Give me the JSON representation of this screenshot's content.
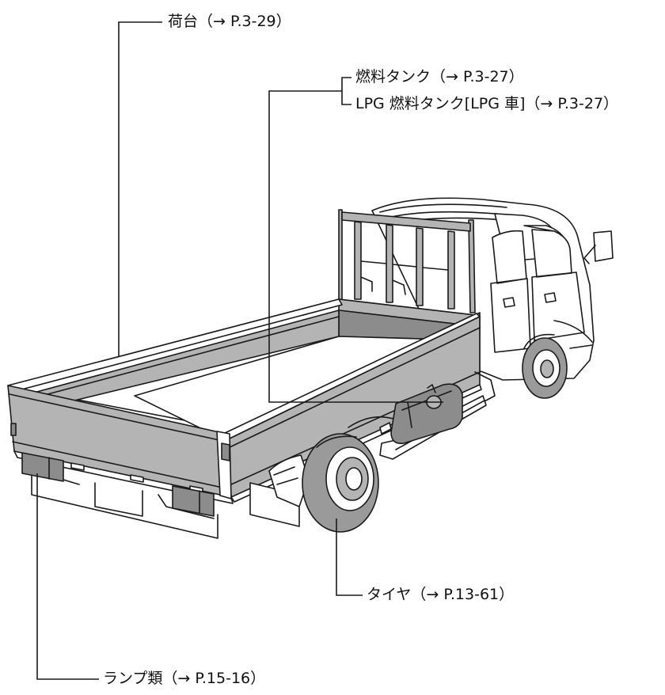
{
  "callouts": {
    "cargo_bed": "荷台（→ P.3-29）",
    "fuel_tank": "燃料タンク（→ P.3-27）",
    "lpg_tank": "LPG 燃料タンク[LPG 車]（→ P.3-27）",
    "tire": "タイヤ（→ P.13-61）",
    "lamps": "ランプ類（→ P.15-16）"
  },
  "colors": {
    "line": "#1a1a1a",
    "panel_fill": "#b4b4b4",
    "panel_fill_dark": "#8c8c8c",
    "tire_fill": "#9a9a9a",
    "white": "#ffffff"
  }
}
